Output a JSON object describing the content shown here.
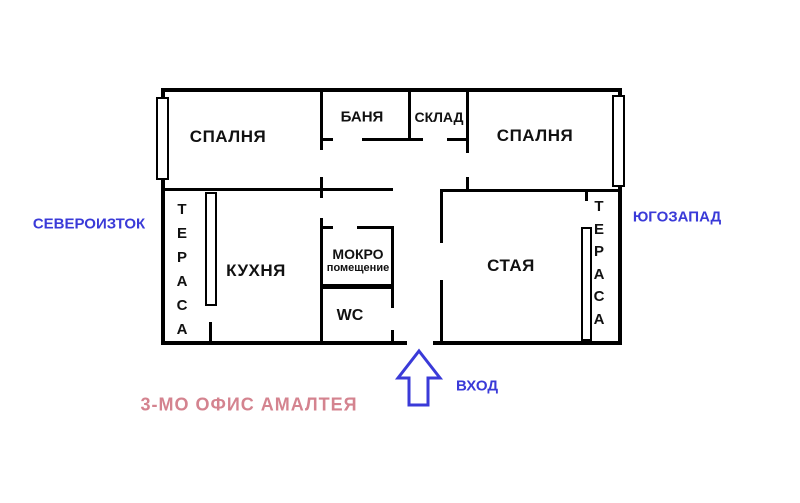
{
  "title": "3-МО ОФИС АМАЛТЕЯ",
  "compass": {
    "northeast": "СЕВЕРОИЗТОК",
    "southwest": "ЮГОЗАПАД"
  },
  "entrance": {
    "label": "ВХОД",
    "arrow_icon": "up-arrow"
  },
  "rooms": {
    "bedroom_left": "СПАЛНЯ",
    "bath": "БАНЯ",
    "storage": "СКЛАД",
    "bedroom_right": "СПАЛНЯ",
    "terrace_left": "ТЕРАСА",
    "terrace_right": "ТЕРАСА",
    "kitchen": "КУХНЯ",
    "wet_room_line1": "МОКРО",
    "wet_room_line2": "помещение",
    "wc": "WC",
    "living_room": "СТАЯ"
  },
  "colors": {
    "accent_blue": "#3a3ad8",
    "title_pink": "#d4838f",
    "wall_color": "#000000"
  }
}
